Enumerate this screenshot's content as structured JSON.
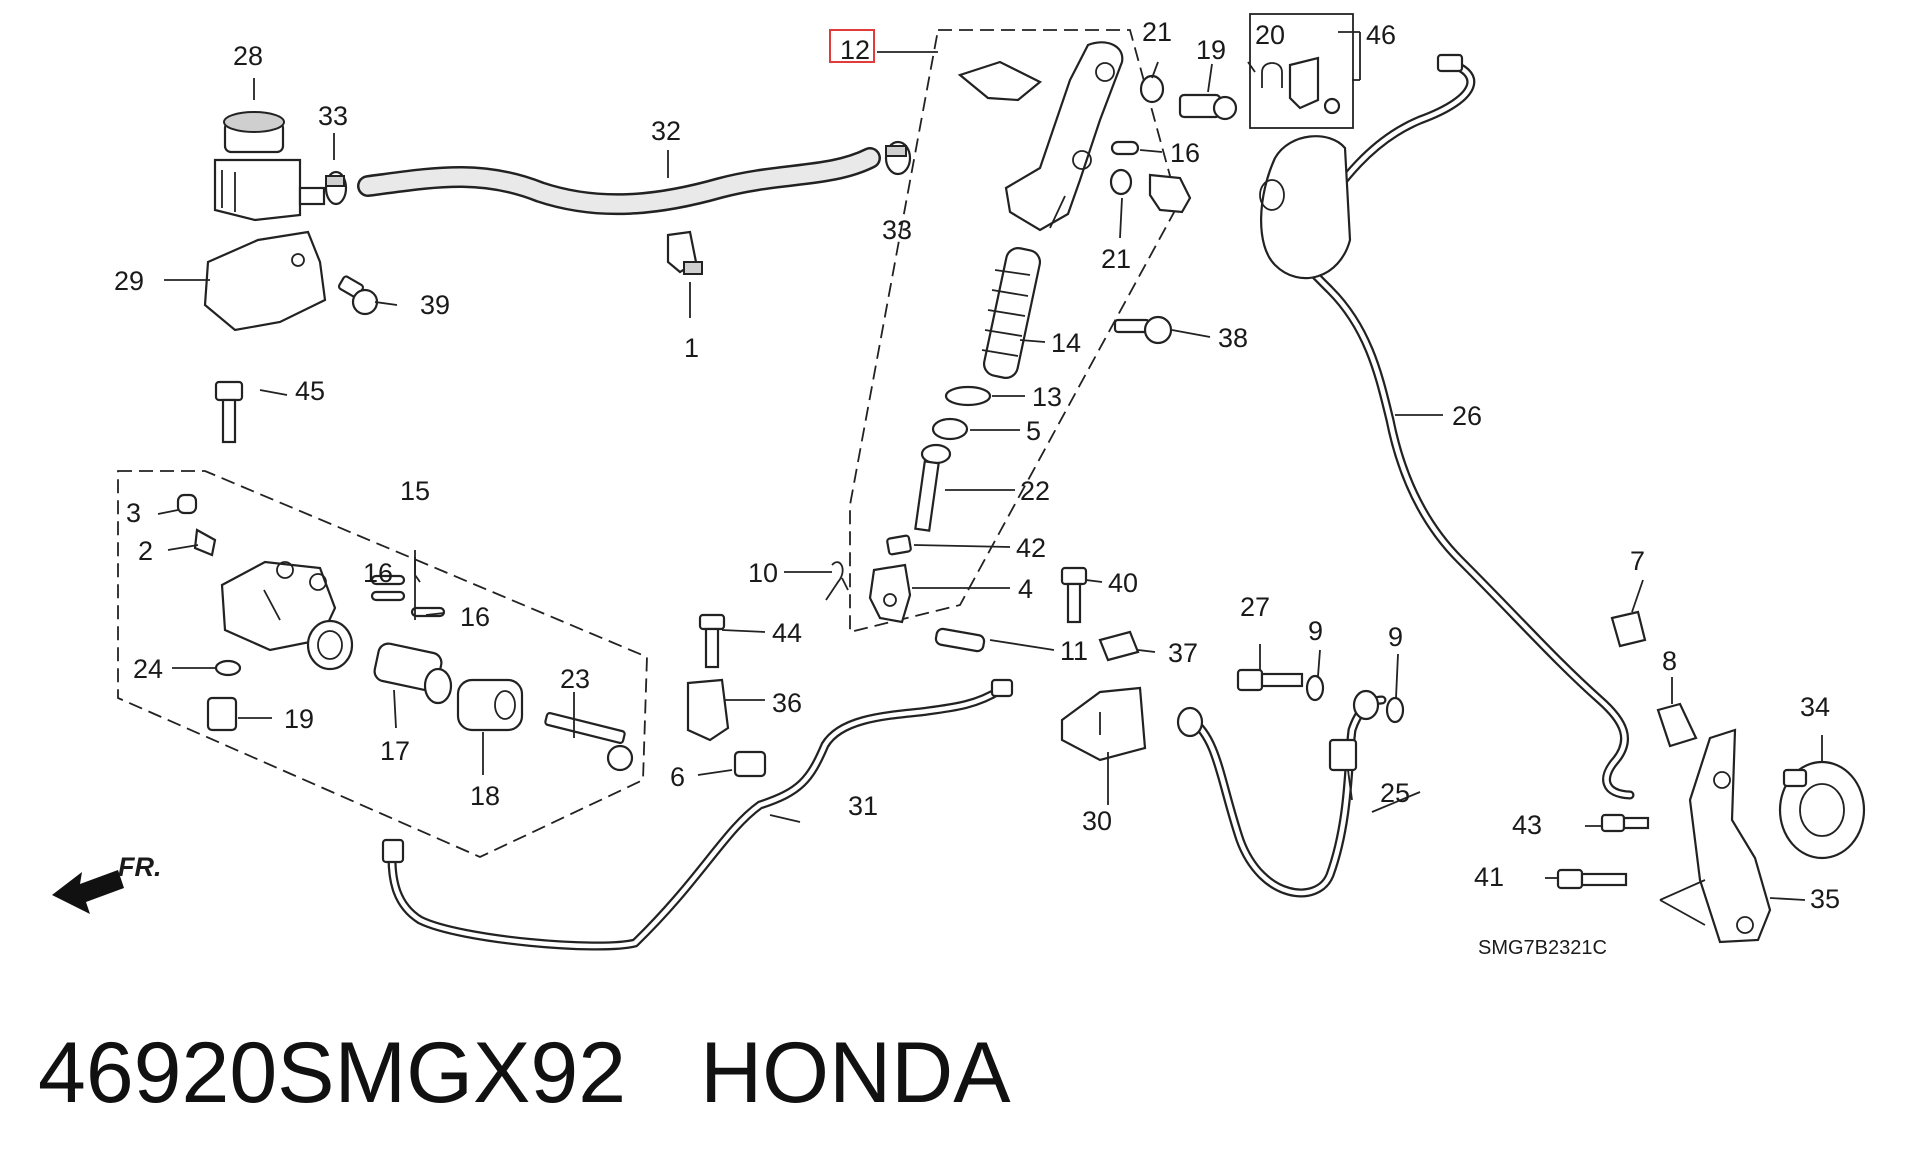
{
  "diagram": {
    "callouts": {
      "c1": "1",
      "c2": "2",
      "c3": "3",
      "c4": "4",
      "c5": "5",
      "c6": "6",
      "c7": "7",
      "c8": "8",
      "c9a": "9",
      "c9b": "9",
      "c10": "10",
      "c11": "11",
      "c12": "12",
      "c13": "13",
      "c14": "14",
      "c15": "15",
      "c16a": "16",
      "c16b": "16",
      "c16c": "16",
      "c17": "17",
      "c18": "18",
      "c19a": "19",
      "c19b": "19",
      "c20": "20",
      "c21a": "21",
      "c21b": "21",
      "c22": "22",
      "c23": "23",
      "c24": "24",
      "c25": "25",
      "c26": "26",
      "c27": "27",
      "c28": "28",
      "c29": "29",
      "c30": "30",
      "c31": "31",
      "c32": "32",
      "c33a": "33",
      "c33b": "33",
      "c34": "34",
      "c35": "35",
      "c36": "36",
      "c37": "37",
      "c38": "38",
      "c39": "39",
      "c40": "40",
      "c41": "41",
      "c42": "42",
      "c43": "43",
      "c44": "44",
      "c45": "45",
      "c46": "46"
    },
    "drawing_code": "SMG7B2321C",
    "front_indicator": "FR.",
    "highlight_color": "#e03c3c"
  },
  "footer": {
    "part_number": "46920SMGX92",
    "brand": "HONDA"
  }
}
